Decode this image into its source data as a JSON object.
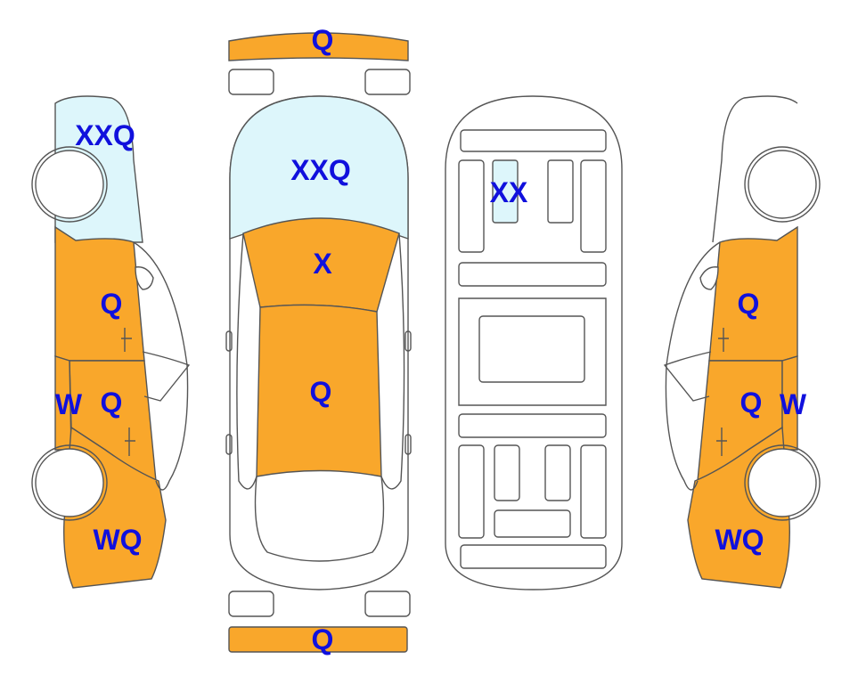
{
  "colors": {
    "damaged": "#F9A72B",
    "glass": "#DDF6FB",
    "outline": "#555555",
    "label": "#1010DD",
    "panel": "#FFFFFF"
  },
  "marks": {
    "front_bumper": "Q",
    "rear_bumper": "Q",
    "windshield": "XXQ",
    "roof": "X",
    "trunk": "Q",
    "interior_part": "XX",
    "left_front_glass": "XXQ",
    "left_front_door": "Q",
    "left_rear_door": "Q",
    "left_sill": "W",
    "left_rear_quarter": "WQ",
    "right_front_door": "Q",
    "right_rear_door": "Q",
    "right_sill": "W",
    "right_rear_quarter": "WQ"
  }
}
